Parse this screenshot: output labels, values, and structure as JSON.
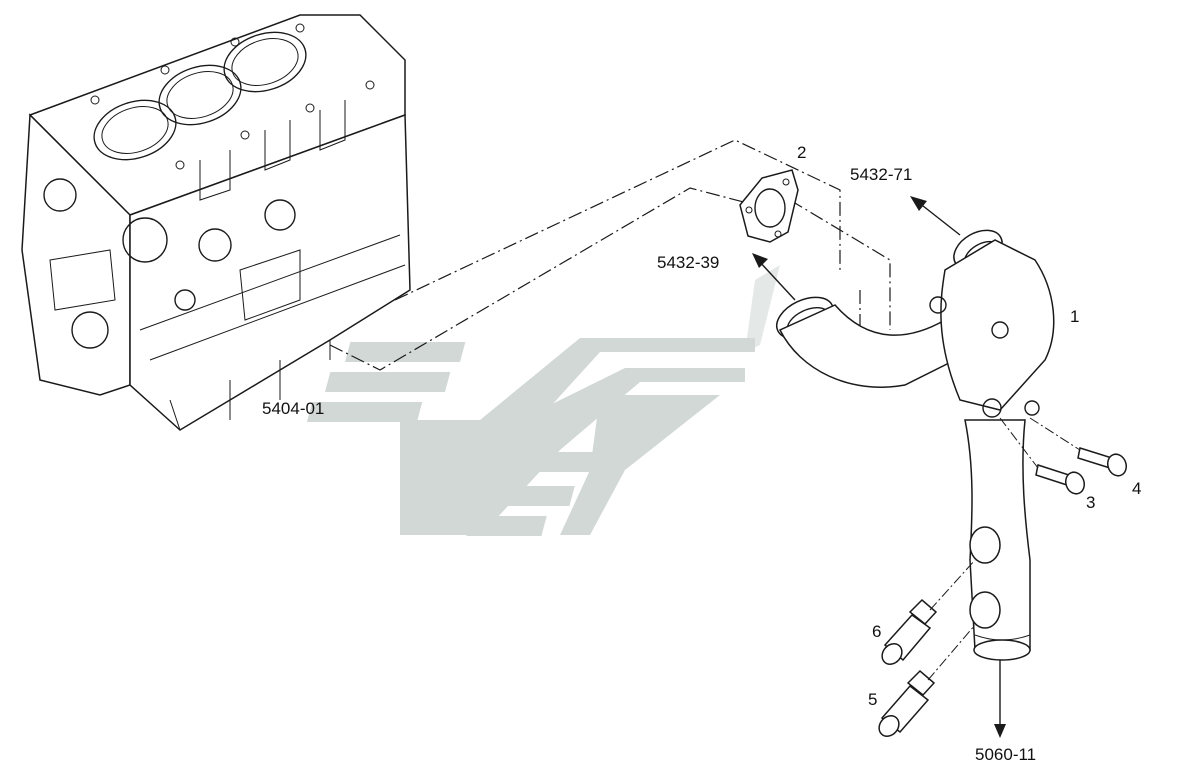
{
  "labels": {
    "engine_block": "5404-01",
    "part_1": "1",
    "part_2": "2",
    "part_3": "3",
    "part_4": "4",
    "part_5": "5",
    "part_6": "6",
    "ref_top": "5432-71",
    "ref_gasket": "5432-39",
    "ref_bottom": "5060-11"
  },
  "colors": {
    "watermark": "#c9d2cf",
    "line": "#1a1a1a"
  }
}
